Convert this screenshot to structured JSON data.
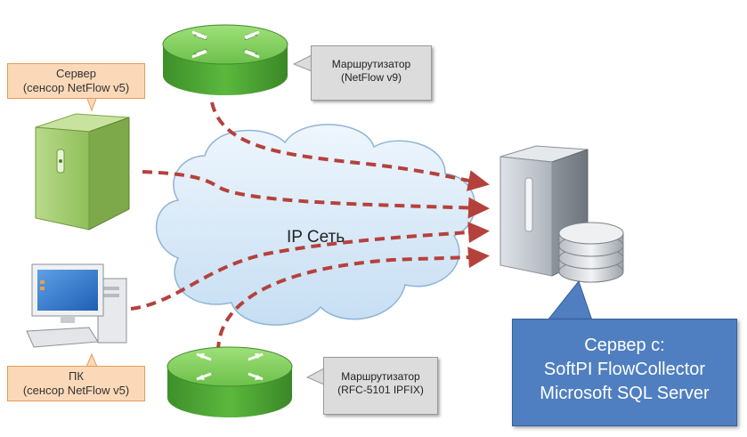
{
  "cloud": {
    "label": "IP Сеть"
  },
  "server_sensor": {
    "line1": "Сервер",
    "line2": "(сенсор NetFlow v5)"
  },
  "pc_sensor": {
    "line1": "ПК",
    "line2": "(сенсор NetFlow v5)"
  },
  "router_top": {
    "line1": "Маршрутизатор",
    "line2": "(NetFlow v9)"
  },
  "router_bottom": {
    "line1": "Маршрутизатор",
    "line2": "(RFC-5101 IPFIX)"
  },
  "collector": {
    "line1": "Сервер с:",
    "line2": "SoftPI FlowCollector",
    "line3": "Microsoft SQL Server"
  },
  "colors": {
    "flow_arrow": "#b5413c",
    "cloud": "#d6e8f7",
    "router": "#6cc04a",
    "callout_blue": "#4f7fc0",
    "callout_orange": "#fbd9b8"
  }
}
